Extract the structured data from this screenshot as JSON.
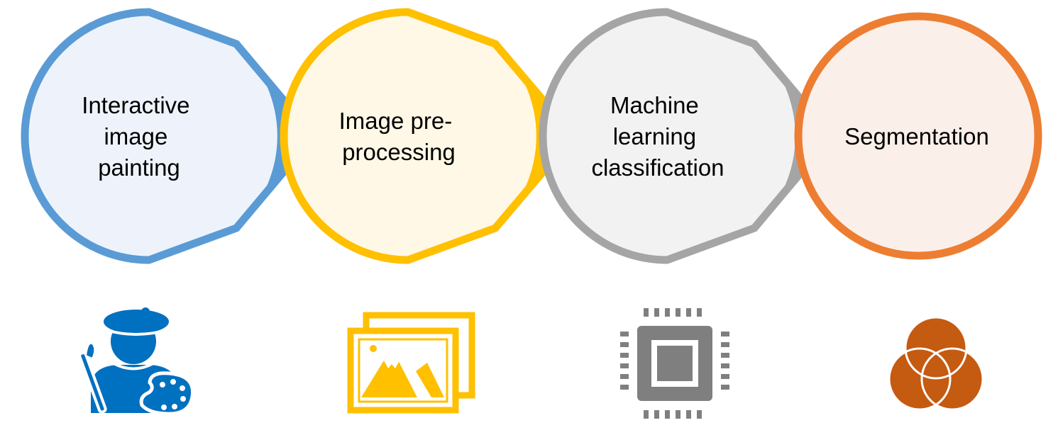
{
  "stages": [
    {
      "label_lines": [
        "Interactive",
        "image",
        "painting"
      ],
      "icon": "painter-icon",
      "border_color": "#5B9BD5",
      "fill_color": "#EEF3FB",
      "icon_color": "#0070C0"
    },
    {
      "label_lines": [
        "Image pre-",
        "processing"
      ],
      "icon": "image-gallery-icon",
      "border_color": "#FFC000",
      "fill_color": "#FFF8E6",
      "icon_color": "#FFC000"
    },
    {
      "label_lines": [
        "Machine",
        "learning",
        "classification"
      ],
      "icon": "processor-chip-icon",
      "border_color": "#A5A5A5",
      "fill_color": "#F2F2F2",
      "icon_color": "#7F7F7F"
    },
    {
      "label_lines": [
        "Segmentation"
      ],
      "icon": "venn-diagram-icon",
      "border_color": "#ED7D31",
      "fill_color": "#FBEFE9",
      "icon_color": "#C55A11"
    }
  ]
}
